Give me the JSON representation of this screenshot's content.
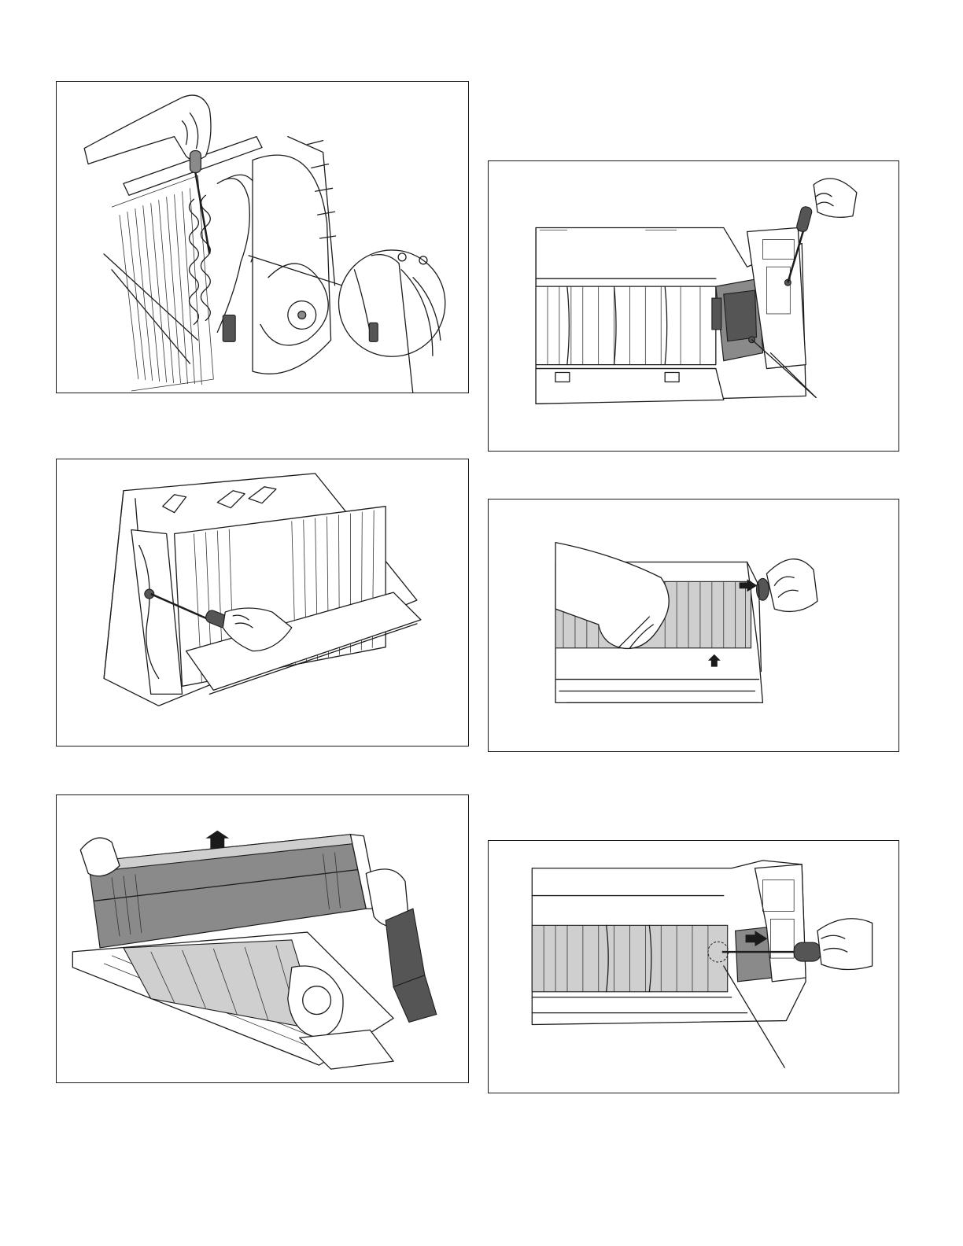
{
  "figures": [
    {
      "id": "fig-1",
      "depicts": "hand-with-screwdriver-at-evaporator-pipe-bracket",
      "icon": "screwdriver-icon"
    },
    {
      "id": "fig-2",
      "depicts": "screwdriver-removing-side-screw-of-evaporator",
      "icon": "screwdriver-icon"
    },
    {
      "id": "fig-3",
      "depicts": "lifting-evaporator-up",
      "icon": "arrow-up-icon"
    },
    {
      "id": "fig-4",
      "depicts": "screwdriver-removing-motor-cover-screws",
      "icon": "screwdriver-icon"
    },
    {
      "id": "fig-5",
      "depicts": "pulling-out-cross-flow-fan",
      "icon": "arrow-right-icon"
    },
    {
      "id": "fig-6",
      "depicts": "loosening-fan-set-screw",
      "icon": "arrow-right-icon"
    }
  ],
  "colors": {
    "line": "#1c1c1c",
    "border": "#1a1a1a",
    "shade": "#8a8a8a",
    "background": "#ffffff"
  }
}
